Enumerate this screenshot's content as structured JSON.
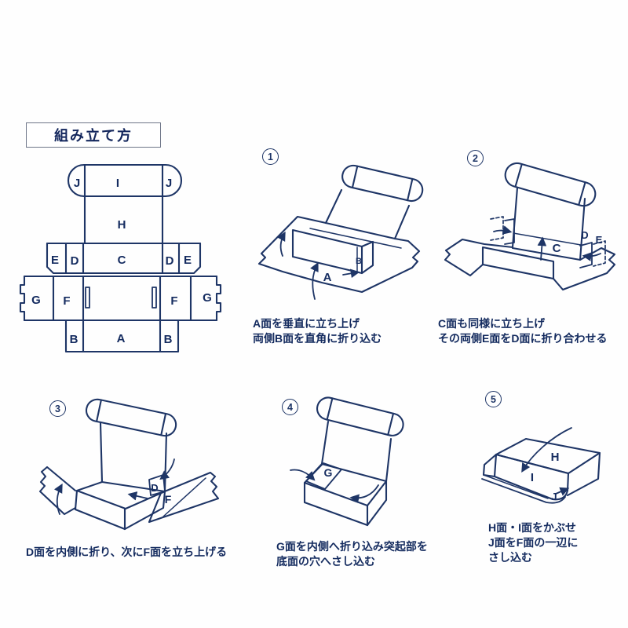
{
  "title": "組み立て方",
  "colors": {
    "line": "#1e3566",
    "text": "#132a5e",
    "title_border": "#6e7588",
    "background": "#fefefe"
  },
  "template": {
    "labels": [
      "J",
      "I",
      "J",
      "H",
      "E",
      "D",
      "C",
      "D",
      "E",
      "G",
      "F",
      "F",
      "G",
      "B",
      "A",
      "B"
    ]
  },
  "steps": [
    {
      "number": "1",
      "labels": [
        "A",
        "B"
      ],
      "caption_lines": [
        "A面を垂直に立ち上げ",
        "両側B面を直角に折り込む"
      ]
    },
    {
      "number": "2",
      "labels": [
        "C",
        "D",
        "E"
      ],
      "caption_lines": [
        "C面も同様に立ち上げ",
        "その両側E面をD面に折り合わせる"
      ]
    },
    {
      "number": "3",
      "labels": [
        "D",
        "F"
      ],
      "caption_lines": [
        "D面を内側に折り、次にF面を立ち上げる"
      ]
    },
    {
      "number": "4",
      "labels": [
        "G"
      ],
      "caption_lines": [
        "G面を内側へ折り込み突起部を",
        "底面の穴へさし込む"
      ]
    },
    {
      "number": "5",
      "labels": [
        "H",
        "I",
        "J"
      ],
      "caption_lines": [
        "H面・I面をかぶせ",
        "J面をF面の一辺に",
        "さし込む"
      ]
    }
  ]
}
